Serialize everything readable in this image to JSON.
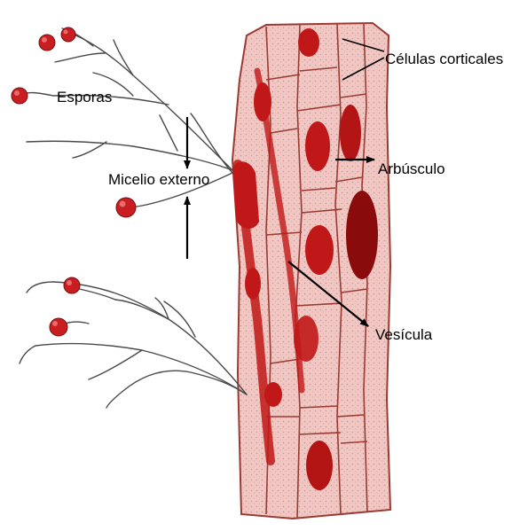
{
  "labels": {
    "spores": "Esporas",
    "external_mycelium": "Micelio externo",
    "cortical_cells": "Células corticales",
    "arbuscule": "Arbúsculo",
    "vesicle": "Vesícula"
  },
  "colors": {
    "tissue": "#f1c7c3",
    "cell_wall": "#9a3b33",
    "organ": "#c01818",
    "organ_dark": "#8a0b0b",
    "spore": "#c81e22",
    "hypha": "#4a4a4a",
    "arrow": "#000000"
  }
}
